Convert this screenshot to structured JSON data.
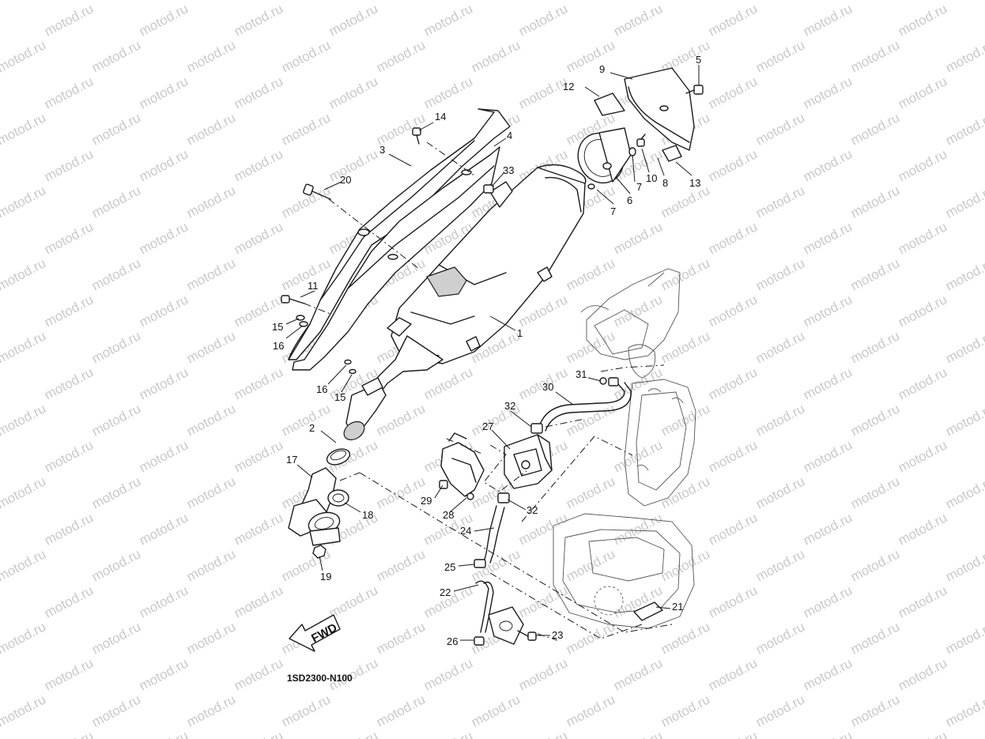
{
  "watermark": "motod.ru",
  "diagram_code": "1SD2300-N100",
  "fwd_label": "FWD",
  "callouts": [
    {
      "id": "c1",
      "label": "1"
    },
    {
      "id": "c2",
      "label": "2"
    },
    {
      "id": "c3",
      "label": "3"
    },
    {
      "id": "c4",
      "label": "4"
    },
    {
      "id": "c5",
      "label": "5"
    },
    {
      "id": "c6",
      "label": "6"
    },
    {
      "id": "c7a",
      "label": "7"
    },
    {
      "id": "c7b",
      "label": "7"
    },
    {
      "id": "c8",
      "label": "8"
    },
    {
      "id": "c9",
      "label": "9"
    },
    {
      "id": "c10",
      "label": "10"
    },
    {
      "id": "c11",
      "label": "11"
    },
    {
      "id": "c12",
      "label": "12"
    },
    {
      "id": "c13",
      "label": "13"
    },
    {
      "id": "c14",
      "label": "14"
    },
    {
      "id": "c15a",
      "label": "15"
    },
    {
      "id": "c15b",
      "label": "15"
    },
    {
      "id": "c16a",
      "label": "16"
    },
    {
      "id": "c16b",
      "label": "16"
    },
    {
      "id": "c17",
      "label": "17"
    },
    {
      "id": "c18",
      "label": "18"
    },
    {
      "id": "c19",
      "label": "19"
    },
    {
      "id": "c20",
      "label": "20"
    },
    {
      "id": "c21",
      "label": "21"
    },
    {
      "id": "c22",
      "label": "22"
    },
    {
      "id": "c23",
      "label": "23"
    },
    {
      "id": "c24",
      "label": "24"
    },
    {
      "id": "c25",
      "label": "25"
    },
    {
      "id": "c26",
      "label": "26"
    },
    {
      "id": "c27",
      "label": "27"
    },
    {
      "id": "c28",
      "label": "28"
    },
    {
      "id": "c29",
      "label": "29"
    },
    {
      "id": "c30",
      "label": "30"
    },
    {
      "id": "c31",
      "label": "31"
    },
    {
      "id": "c32a",
      "label": "32"
    },
    {
      "id": "c32b",
      "label": "32"
    },
    {
      "id": "c33",
      "label": "33"
    }
  ]
}
